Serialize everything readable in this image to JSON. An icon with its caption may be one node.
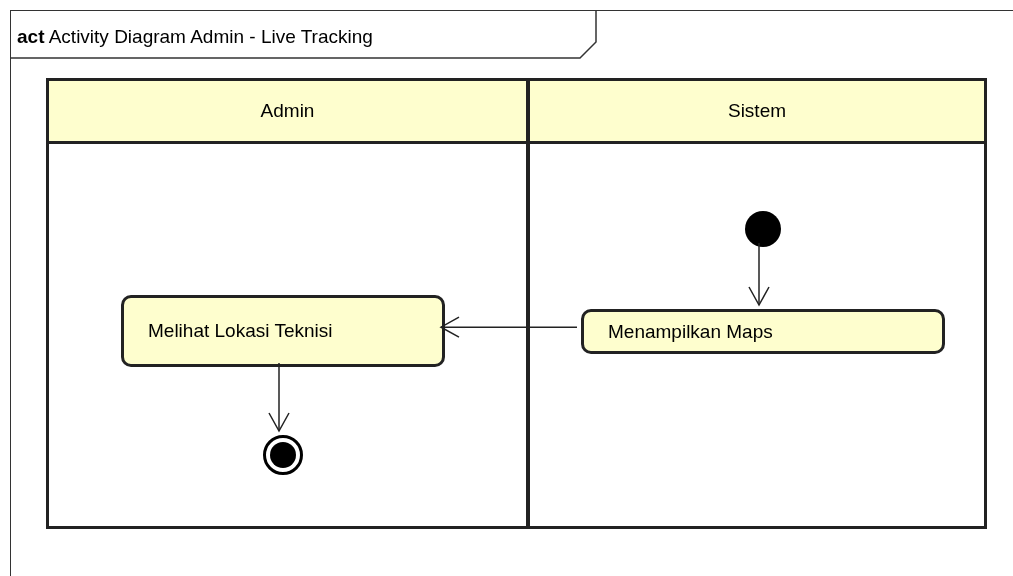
{
  "diagram": {
    "nodes": [
      {
        "text": [
          "**act** Activity Diagram Admin - Live Tracking"
        ]
      },
      {
        "text": [
          "Admin"
        ],
        "in": 0
      },
      {
        "text": [
          "Sistem"
        ],
        "in": 0
      },
      {
        "text": [],
        "shape": "circle",
        "in": 2
      },
      {
        "text": [
          "Menampilkan Maps"
        ],
        "in": 2
      },
      {
        "text": [
          "Melihat Lokasi Teknisi"
        ],
        "in": 1
      },
      {
        "text": [],
        "shape": "circle",
        "in": 1
      }
    ],
    "edges": [
      {
        "from": 3,
        "to": 4,
        "arrow": "to"
      },
      {
        "from": 4,
        "to": 5,
        "arrow": "to"
      },
      {
        "from": 5,
        "to": 6,
        "arrow": "to"
      }
    ]
  }
}
